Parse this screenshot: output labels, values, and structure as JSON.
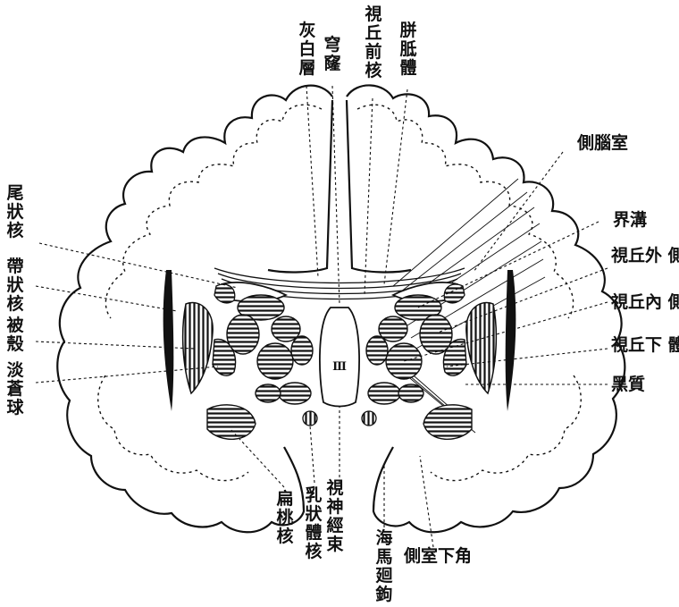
{
  "labels": {
    "huibaiceng": "灰\n白\n層",
    "qionglong": "穹\n窿",
    "shiqiu_qianhe": "視\n丘\n前\n核",
    "pianzhiti": "胼\n胝\n體",
    "cenaoshi": "側腦室",
    "weizhuanghe": "尾\n狀\n核",
    "jiegou": "界溝",
    "shiqiu_waiceh": "視丘外\n側核",
    "daizhuanghe": "帶\n狀\n核",
    "shiqiu_neiceh": "視丘內\n側核",
    "beike": "被\n殼",
    "shiqiu_xiati": "視丘下\n體",
    "heizhi": "黑質",
    "dancangqiu": "淡\n蒼\n球",
    "ventricle_mark": "Ⅲ",
    "biantaohe": "扁\n桃\n核",
    "ruzhuangtihe": "乳\n狀\n體\n核",
    "shishenjingshu": "視\n神\n經\n束",
    "haimahuigou": "海\n馬\n廻\n鉤",
    "ceshixiajiao": "側室下角"
  }
}
